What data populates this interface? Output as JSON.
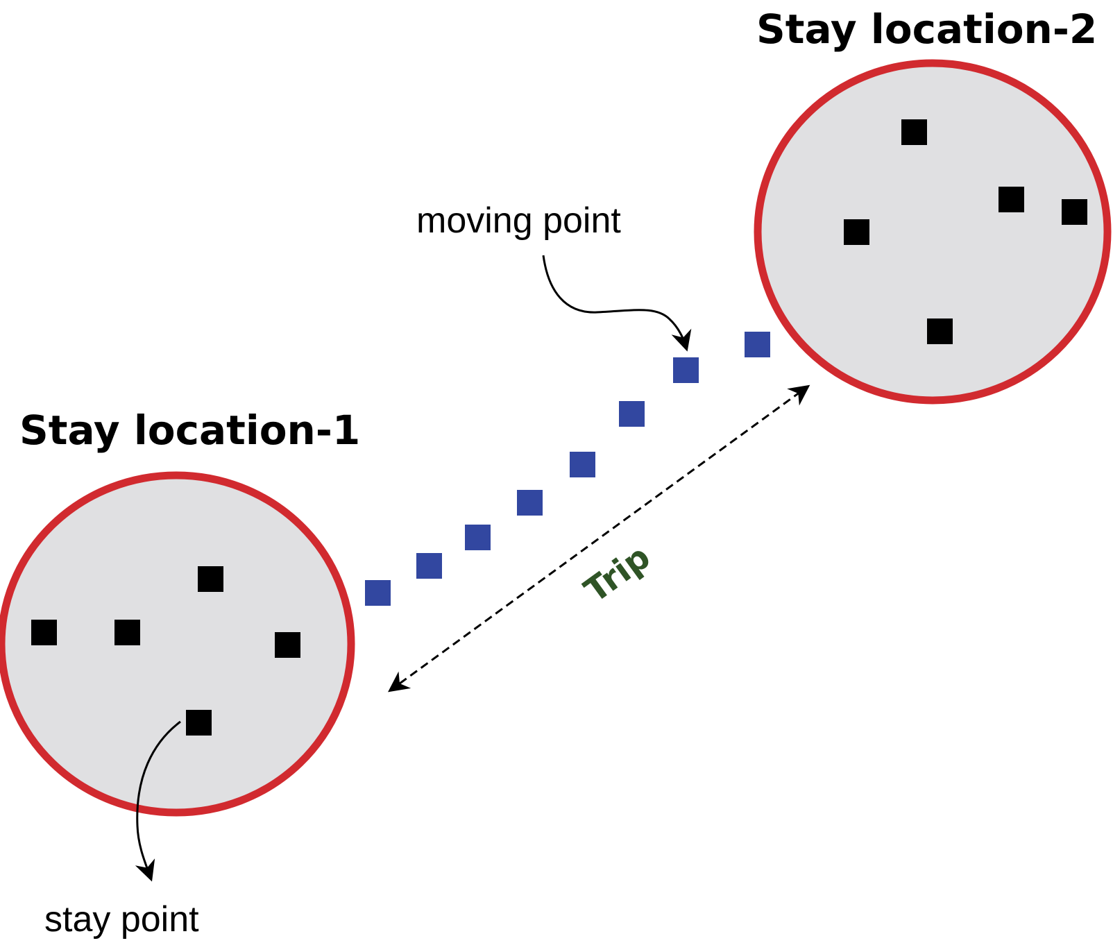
{
  "labels": {
    "stay_location_1": "Stay location-1",
    "stay_location_2": "Stay location-2",
    "moving_point": "moving point",
    "stay_point": "stay point",
    "trip": "Trip"
  },
  "colors": {
    "circle_border": "#d12a2f",
    "circle_fill": "#e0e0e2",
    "stay_point": "#000000",
    "moving_point": "#3247a0",
    "trip_text": "#2f5426",
    "arrow": "#000000"
  }
}
